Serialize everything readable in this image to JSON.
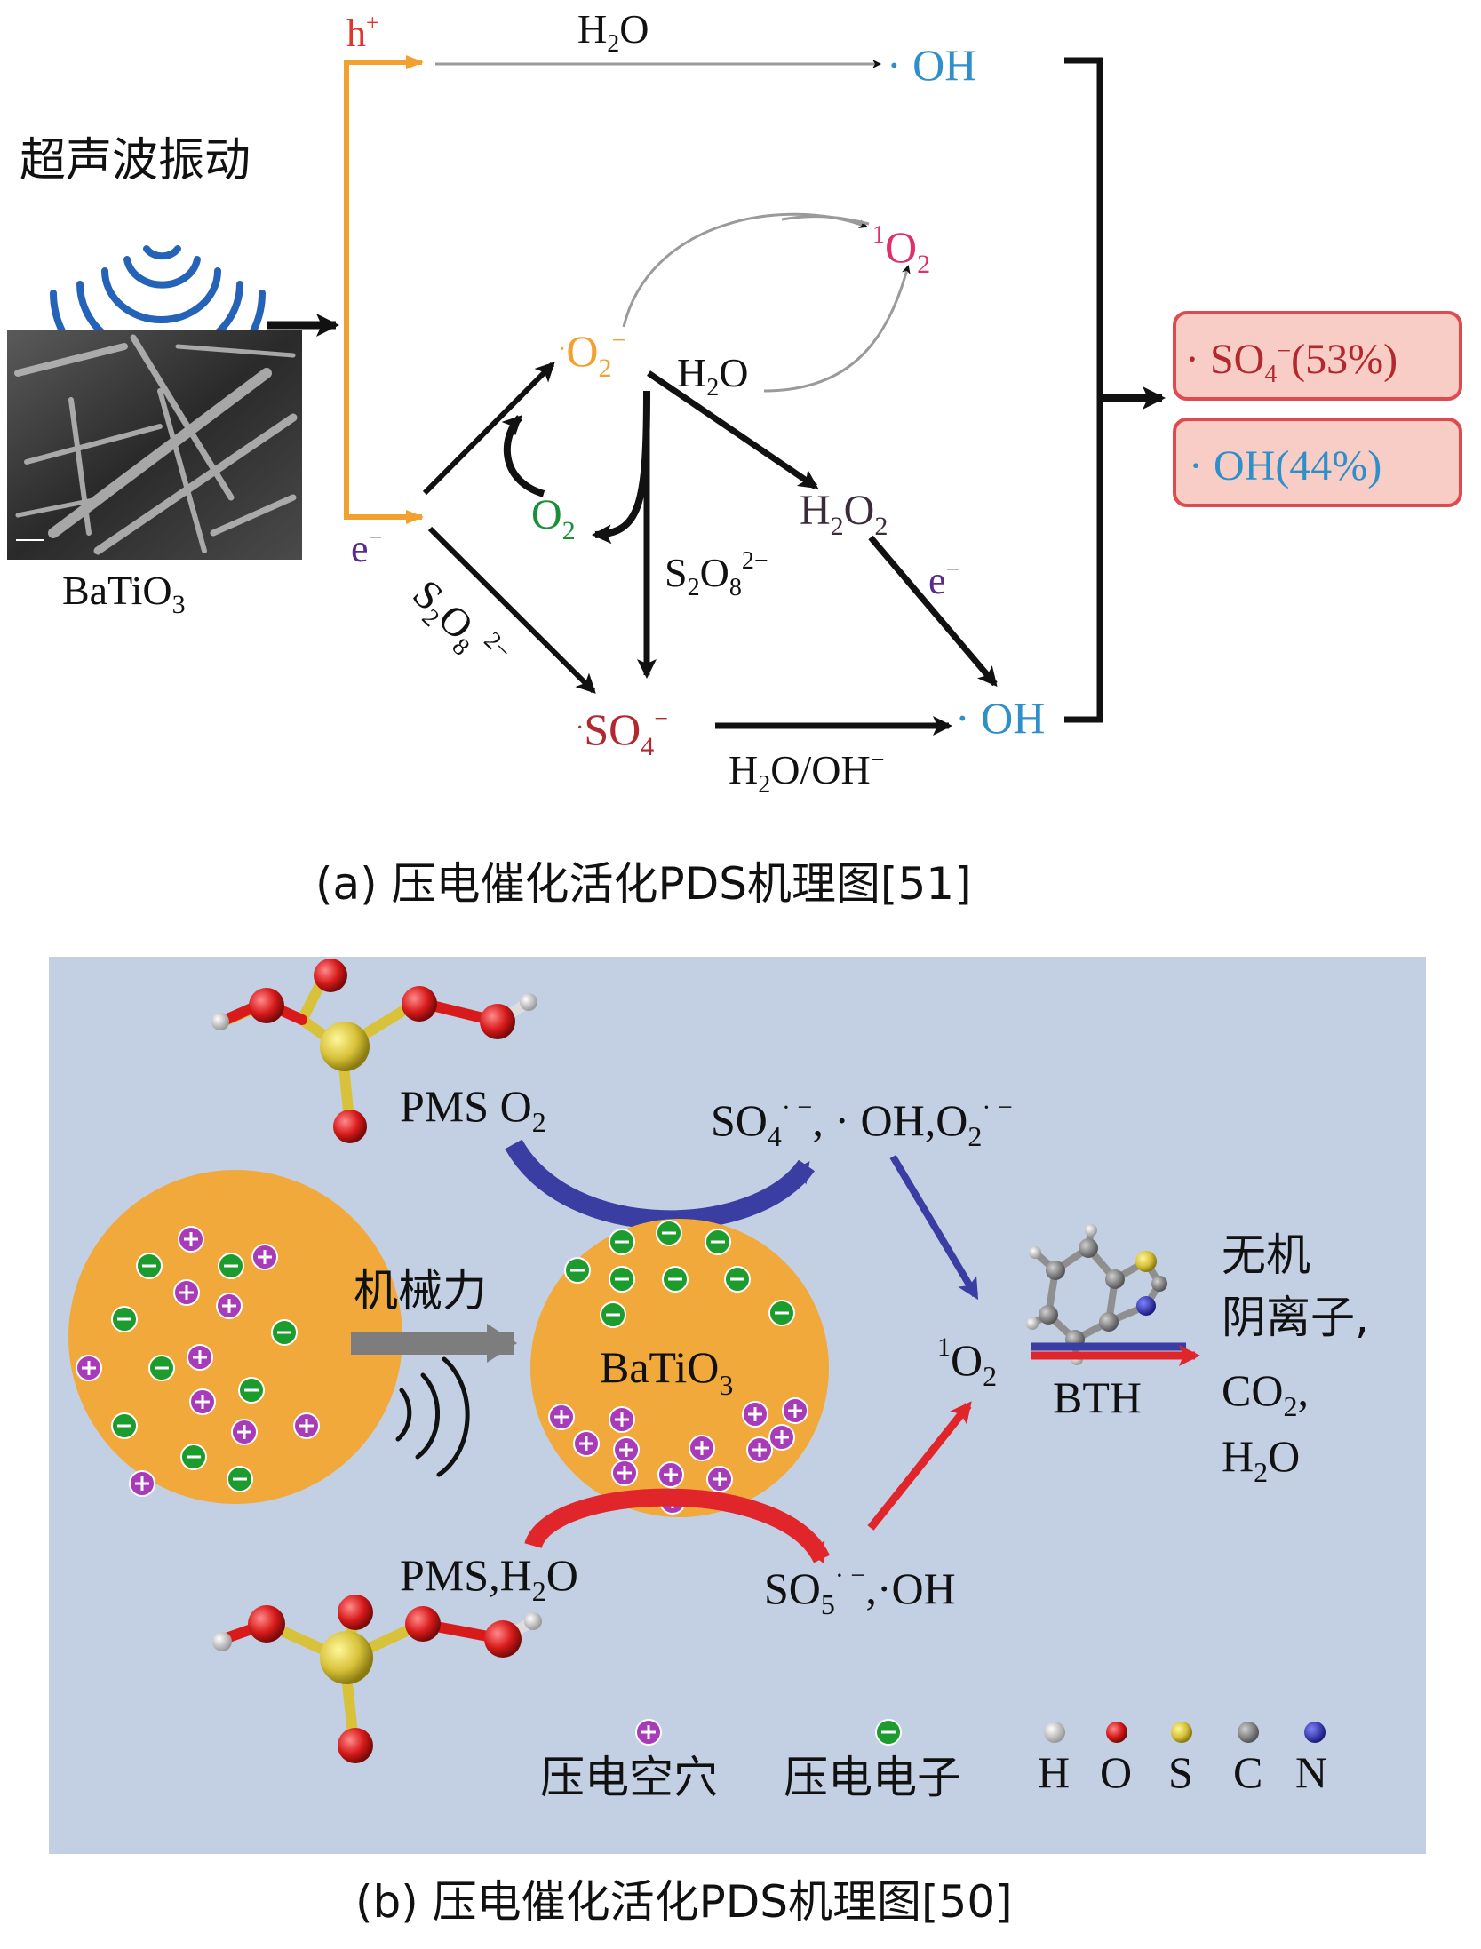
{
  "panel_a": {
    "ultrasound_label": "超声波振动",
    "catalyst_label": "BaTiO3",
    "hole": "h+",
    "electron": "e−",
    "h2o_top": "H2O",
    "oh_top": "·OH",
    "singlet_oxygen": "1O2",
    "superoxide": "·O2−",
    "h2o_mid": "H2O",
    "oxygen": "O2",
    "peroxide": "H2O2",
    "e_minus_right": "e−",
    "s2o8_left": "S2O82−",
    "s2o8_mid": "S2O82−",
    "sulfate_radical": "·SO4−",
    "oh_bottom": "·OH",
    "h2o_oh_bottom": "H2O/OH−",
    "result_so4": "· SO4−(53%)",
    "result_oh": "· OH(44%)",
    "caption": "(a) 压电催化活化PDS机理图[51]"
  },
  "panel_b": {
    "pms_o2": "PMS O2",
    "products_top": "SO4·−, · OH,O2·−",
    "mechanical_force": "机械力",
    "catalyst_label": "BaTiO3",
    "singlet_oxygen": "1O2",
    "bth": "BTH",
    "products_final": [
      "无机",
      "阴离子,",
      "CO2,",
      "H2O"
    ],
    "pms_h2o": "PMS,H2O",
    "products_bottom": "SO5·−,·OH",
    "legend_hole": "压电空穴",
    "legend_electron": "压电电子",
    "legend_atoms": [
      "H",
      "O",
      "S",
      "C",
      "N"
    ],
    "caption": "(b) 压电催化活化PDS机理图[50]"
  },
  "colors": {
    "panel_b_bg": "#c3cfe2",
    "hole_arrow": "#f2a12e",
    "sphere": "#f0a93a",
    "hole_charge": "#a83cb8",
    "electron_charge": "#1c9b2e",
    "oh_blue": "#2e8fc9",
    "so4_red": "#b3282f",
    "o2_green": "#1a8f3a",
    "singlet_pink": "#e0306b",
    "result_box_fill": "#f7cdc5",
    "result_box_border": "#e04a4f",
    "blue_arrow": "#3a3ea3",
    "red_arrow": "#e0252b"
  }
}
